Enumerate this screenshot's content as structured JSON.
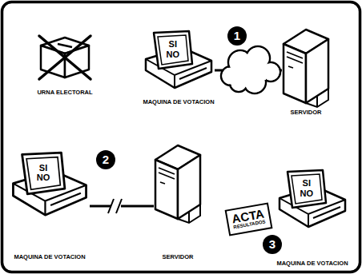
{
  "diagram": {
    "nodes": [
      {
        "text": [
          "URNA ELECTORAL"
        ]
      },
      {
        "text": [
          "SI NO",
          "MAQUINA DE VOTACION"
        ]
      },
      {
        "text": [
          "SERVIDOR"
        ]
      },
      {
        "text": [
          "SI NO",
          "MAQUINA DE VOTACION"
        ]
      },
      {
        "text": [
          "SERVIDOR"
        ]
      },
      {
        "text": [
          "ACTA",
          "RESULTADOS"
        ]
      },
      {
        "text": [
          "SI NO",
          "MAQUINA DE VOTACION"
        ]
      }
    ],
    "edges": [
      {
        "from": 1,
        "to": 2,
        "arrow": "none"
      },
      {
        "from": 3,
        "to": 4,
        "arrow": "none"
      }
    ],
    "labels": [
      "1",
      "2",
      "3"
    ]
  }
}
